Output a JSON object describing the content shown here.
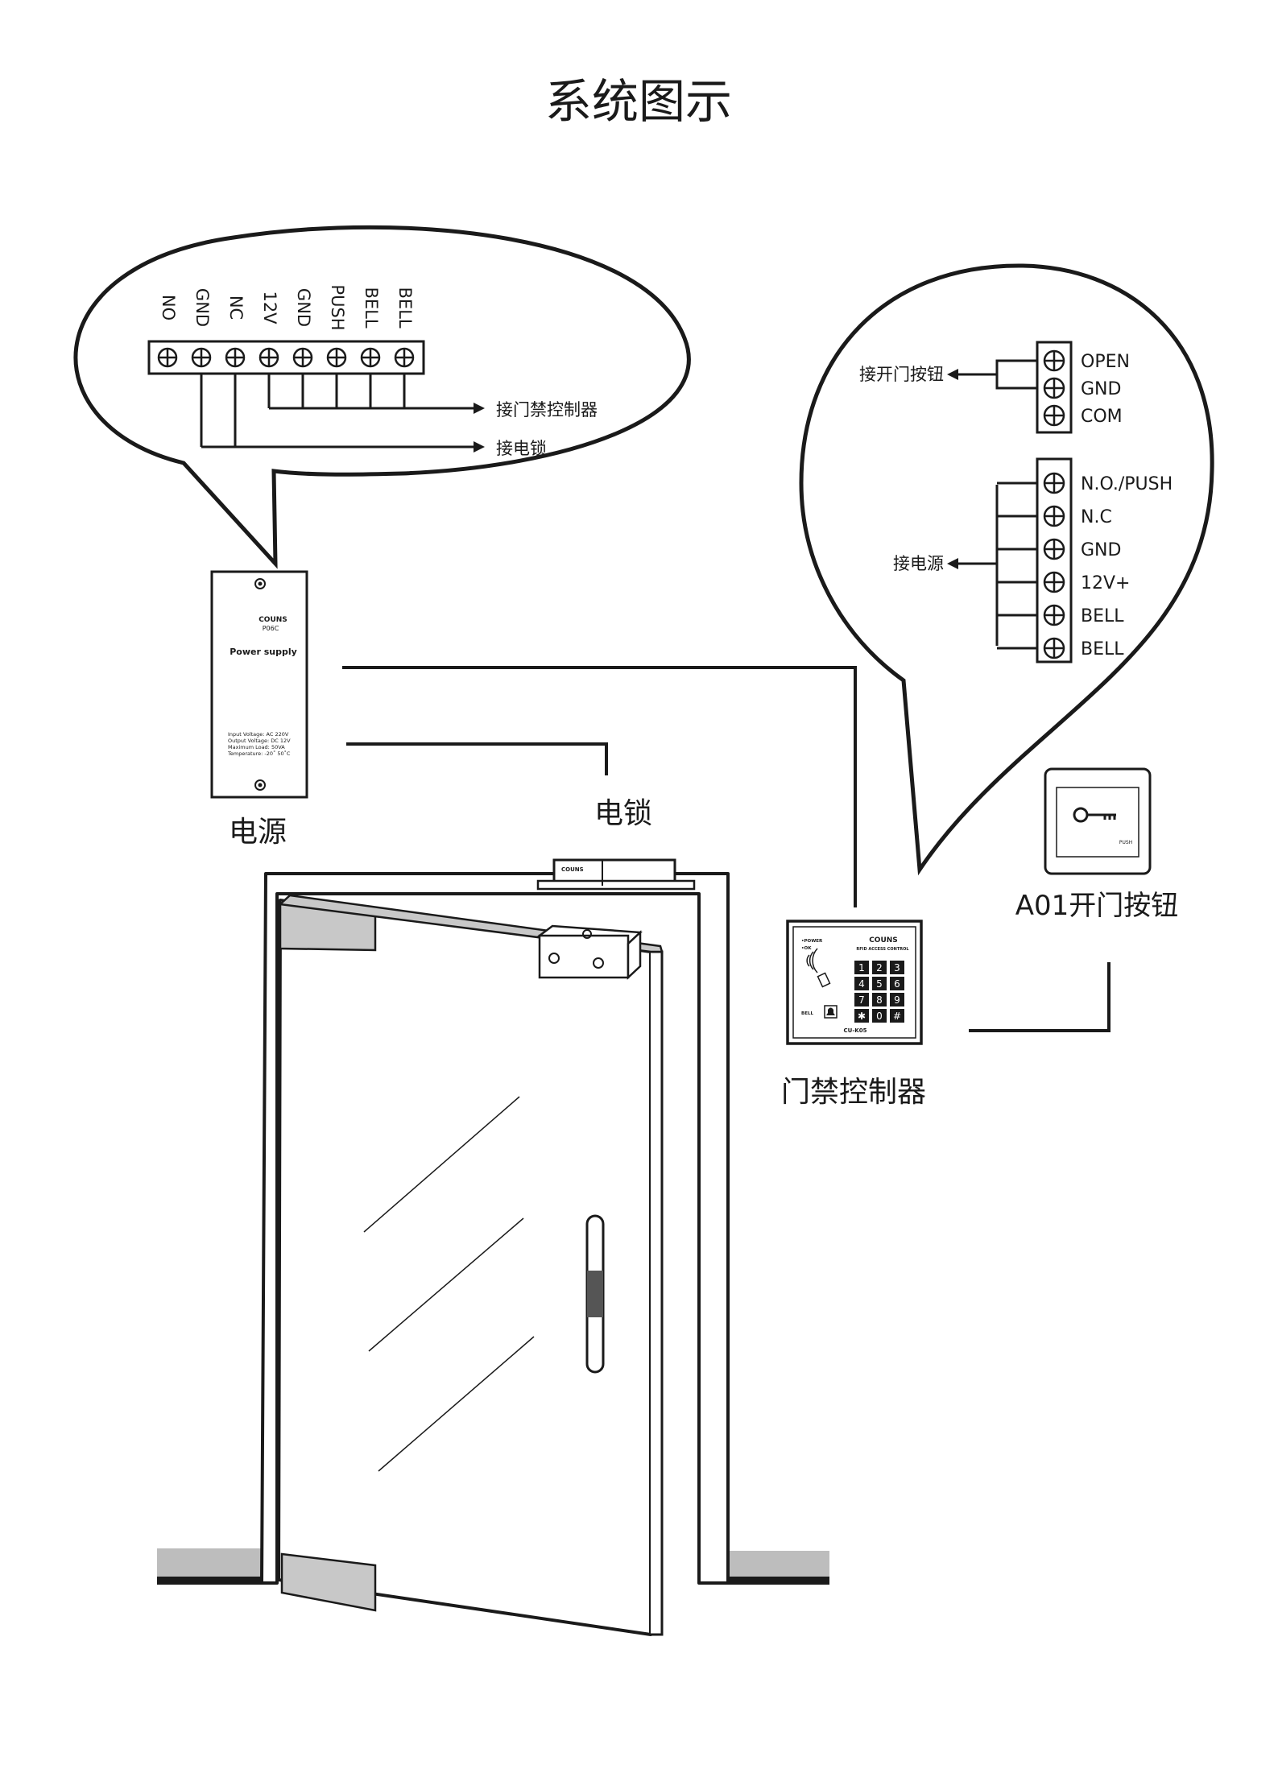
{
  "title": "系统图示",
  "left_bubble": {
    "terminals": [
      "NO",
      "GND",
      "NC",
      "12V",
      "GND",
      "PUSH",
      "BELL",
      "BELL"
    ],
    "to_controller": "接门禁控制器",
    "to_lock": "接电锁"
  },
  "right_bubble": {
    "button_terminals": [
      "OPEN",
      "GND",
      "COM"
    ],
    "to_button": "接开门按钮",
    "power_terminals": [
      "N.O./PUSH",
      "N.C",
      "GND",
      "12V+",
      "BELL",
      "BELL"
    ],
    "to_power": "接电源"
  },
  "power_supply": {
    "brand": "COUNS",
    "model": "P06C",
    "name": "Power supply",
    "specs": [
      "Input Voltage: AC 220V",
      "Output Voltage: DC 12V",
      "Maximum Load: 50VA",
      "Temperature: -20˚ 50˚C"
    ],
    "label": "电源"
  },
  "lock": {
    "label": "电锁",
    "brand": "COUNS"
  },
  "controller": {
    "brand": "COUNS",
    "subtitle": "RFID ACCESS CONTROL",
    "indicators": [
      "•POWER",
      "•OK"
    ],
    "keys": [
      "1",
      "2",
      "3",
      "4",
      "5",
      "6",
      "7",
      "8",
      "9",
      "✱",
      "0",
      "#"
    ],
    "bell": "BELL",
    "model": "CU-K05",
    "label": "门禁控制器"
  },
  "exit_button": {
    "push": "PUSH",
    "label": "A01开门按钮"
  },
  "colors": {
    "ink": "#1a1a1a",
    "door_gray": "#c8c8c8",
    "floor_gray": "#bdbdbd",
    "paper": "#ffffff"
  }
}
